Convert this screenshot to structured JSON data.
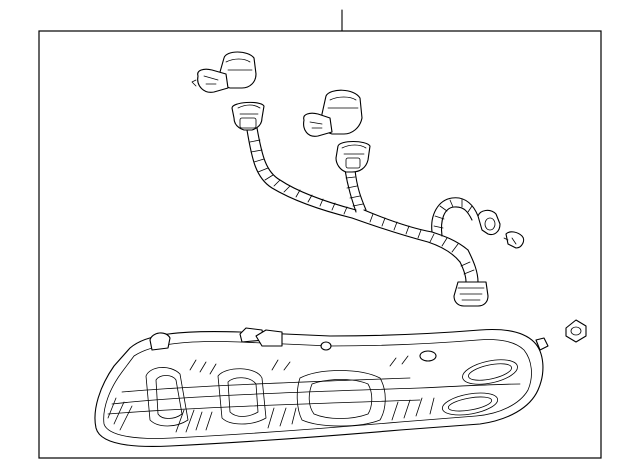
{
  "diagram": {
    "type": "exploded-parts-illustration",
    "background": "#ffffff",
    "line_color": "#000000",
    "parts": [
      "headlamp-assembly",
      "wiring-harness",
      "headlamp-bulb",
      "high-beam-bulb",
      "bulb-socket",
      "side-marker-bulb",
      "retaining-nut",
      "adjuster-screw"
    ]
  }
}
